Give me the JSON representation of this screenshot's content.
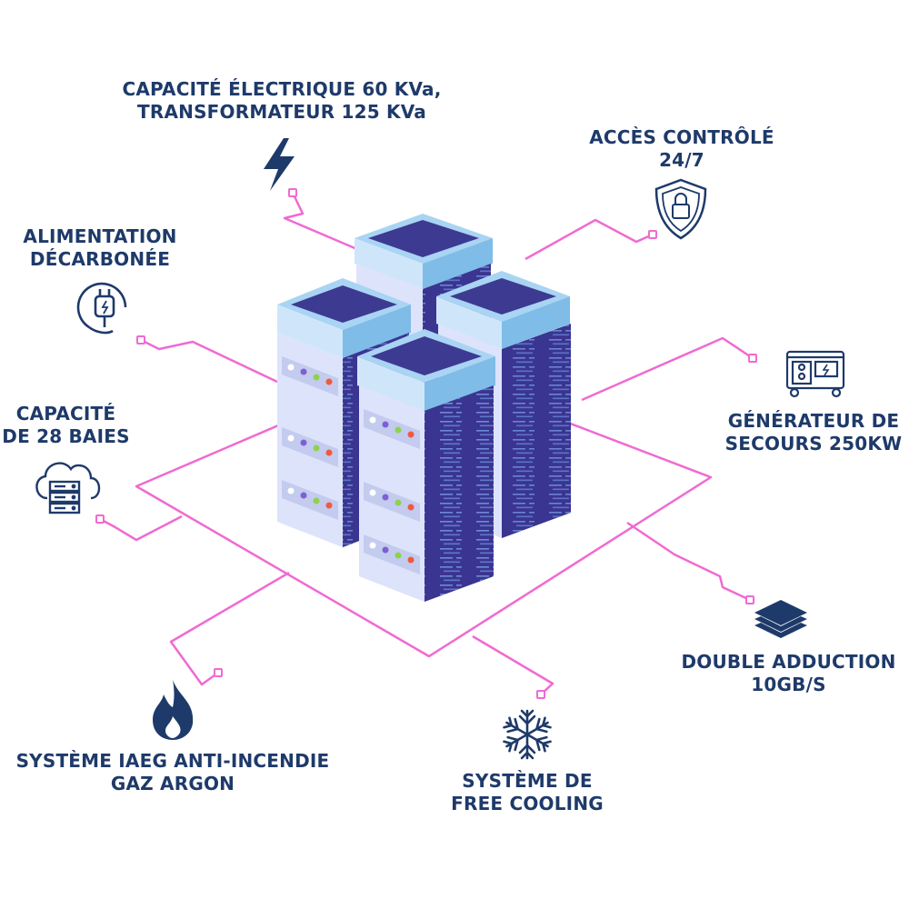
{
  "colors": {
    "navy": "#1e3a6a",
    "pink": "#f06ad2",
    "server_dark": "#3c3590",
    "server_light": "#dde3fb",
    "server_cap": "#a9d4f3",
    "accent_cyan": "#4fb7f0"
  },
  "features": [
    {
      "id": "power-capacity",
      "icon": "lightning-icon",
      "lines": [
        "CAPACITÉ ÉLECTRIQUE 60 KVa,",
        "TRANSFORMATEUR 125 KVa"
      ]
    },
    {
      "id": "access",
      "icon": "shield-lock-icon",
      "lines": [
        "ACCÈS CONTRÔLÉ",
        "24/7"
      ]
    },
    {
      "id": "decarbonized-power",
      "icon": "plug-icon",
      "lines": [
        "ALIMENTATION",
        "DÉCARBONÉE"
      ]
    },
    {
      "id": "rack-capacity",
      "icon": "cloud-server-icon",
      "lines": [
        "CAPACITÉ",
        "DE 28 BAIES"
      ]
    },
    {
      "id": "generator",
      "icon": "generator-icon",
      "lines": [
        "GÉNÉRATEUR DE",
        "SECOURS 250KW"
      ]
    },
    {
      "id": "network",
      "icon": "layers-icon",
      "lines": [
        "DOUBLE ADDUCTION",
        "10GB/S"
      ]
    },
    {
      "id": "fire-suppression",
      "icon": "flame-icon",
      "lines": [
        "SYSTÈME IAEG ANTI-INCENDIE",
        "GAZ ARGON"
      ]
    },
    {
      "id": "cooling",
      "icon": "snowflake-icon",
      "lines": [
        "SYSTÈME DE",
        "FREE COOLING"
      ]
    }
  ]
}
